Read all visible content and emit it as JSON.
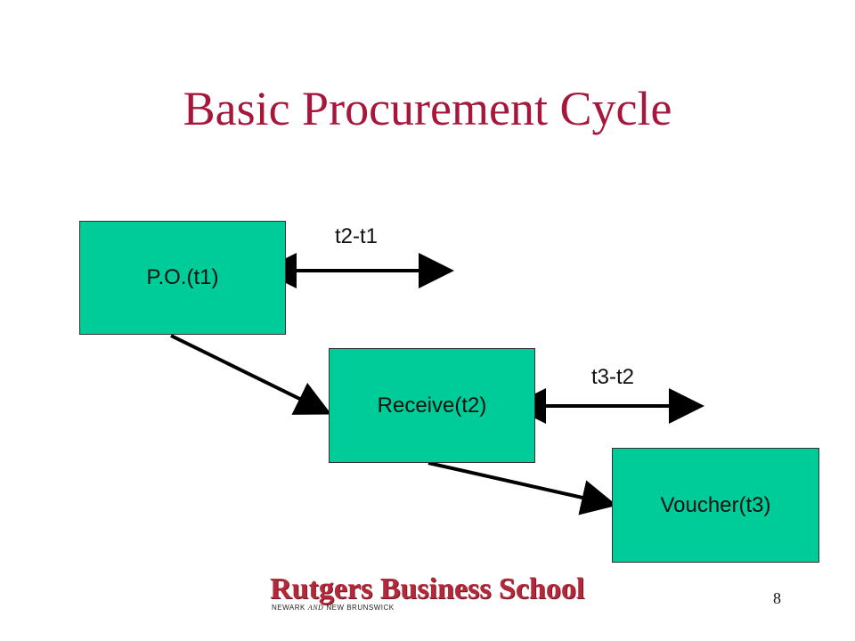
{
  "slide": {
    "title": "Basic Procurement Cycle",
    "page_number": "8"
  },
  "diagram": {
    "boxes": {
      "po": "P.O.(t1)",
      "receive": "Receive(t2)",
      "voucher": "Voucher(t3)"
    },
    "intervals": {
      "t2_t1": "t2-t1",
      "t3_t2": "t3-t2"
    },
    "box_color": "#00cc99"
  },
  "footer": {
    "logo_main": "Rutgers Business School",
    "logo_sub_left": "NEWARK",
    "logo_sub_and": "AND",
    "logo_sub_right": "NEW BRUNSWICK"
  },
  "colors": {
    "title": "#a6173b",
    "logo": "#b22a3a"
  }
}
